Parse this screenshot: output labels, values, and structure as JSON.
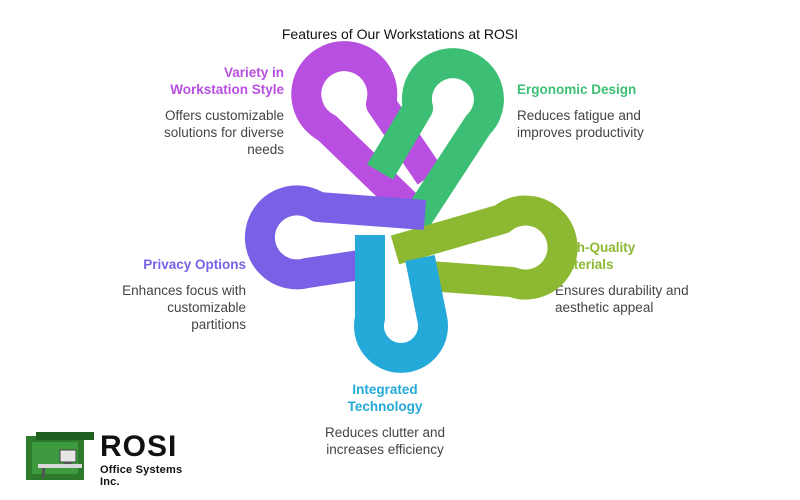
{
  "title": "Features of Our Workstations at ROSI",
  "features": {
    "variety": {
      "heading": "Variety in Workstation Style",
      "desc": "Offers customizable solutions for diverse needs",
      "color": "#b84fe0"
    },
    "ergo": {
      "heading": "Ergonomic Design",
      "desc": "Reduces fatigue and improves productivity",
      "color": "#3cbf74"
    },
    "quality": {
      "heading": "High-Quality Materials",
      "desc": "Ensures durability and aesthetic appeal",
      "color": "#8cb832"
    },
    "privacy": {
      "heading": "Privacy Options",
      "desc": "Enhances focus with customizable partitions",
      "color": "#7a60e6"
    },
    "integ": {
      "heading": "Integrated Technology",
      "desc": "Reduces clutter and increases efficiency",
      "color": "#24a9d8"
    }
  },
  "logo": {
    "brand": "ROSI",
    "sub": "Office Systems Inc.",
    "green": "#2d7a2d"
  }
}
